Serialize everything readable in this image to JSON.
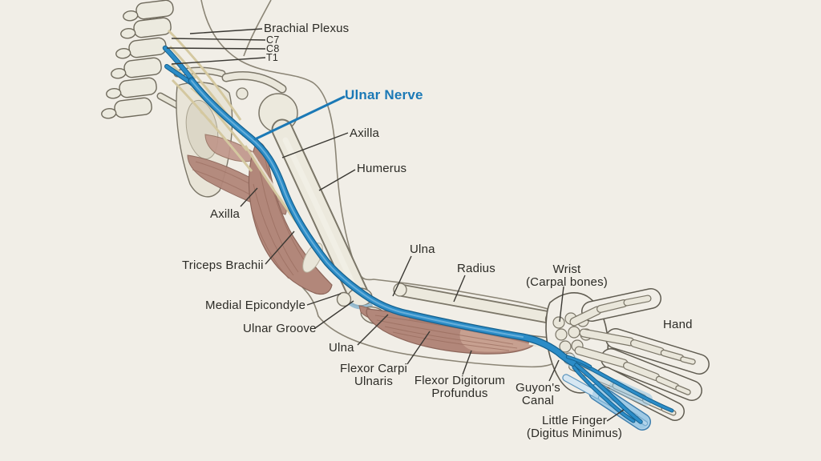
{
  "diagram": {
    "subject": "Ulnar nerve pathway through the arm - anatomical illustration",
    "labels": {
      "brachial_plexus": "Brachial Plexus",
      "c7": "C7",
      "c8": "C8",
      "t1": "T1",
      "ulnar_nerve": "Ulnar Nerve",
      "axilla_upper": "Axilla",
      "humerus": "Humerus",
      "axilla_left": "Axilla",
      "triceps_brachii": "Triceps Brachii",
      "ulna_forearm": "Ulna",
      "radius": "Radius",
      "wrist_line1": "Wrist",
      "wrist_line2": "(Carpal bones)",
      "hand": "Hand",
      "medial_epicondyle": "Medial Epicondyle",
      "ulnar_groove": "Ulnar Groove",
      "ulna_elbow": "Ulna",
      "flexor_carpi_line1": "Flexor Carpi",
      "flexor_carpi_line2": "Ulnaris",
      "flexor_digitorum_line1": "Flexor Digitorum",
      "flexor_digitorum_line2": "Profundus",
      "guyons_canal_line1": "Guyon's",
      "guyons_canal_line2": "Canal",
      "little_finger_line1": "Little Finger",
      "little_finger_line2": "(Digitus Minimus)"
    },
    "colors": {
      "background": "#f1eee7",
      "nerve_blue": "#2b8cc7",
      "nerve_outline": "#15618f",
      "nerve_label_blue": "#1b79b6",
      "bone_fill": "#eae7db",
      "bone_outline": "#7b7668",
      "muscle_fill": "#b2877a",
      "plexus_tan": "#d4c8a0",
      "label_text": "#2c2b26",
      "leader_line": "#3a3833"
    }
  }
}
